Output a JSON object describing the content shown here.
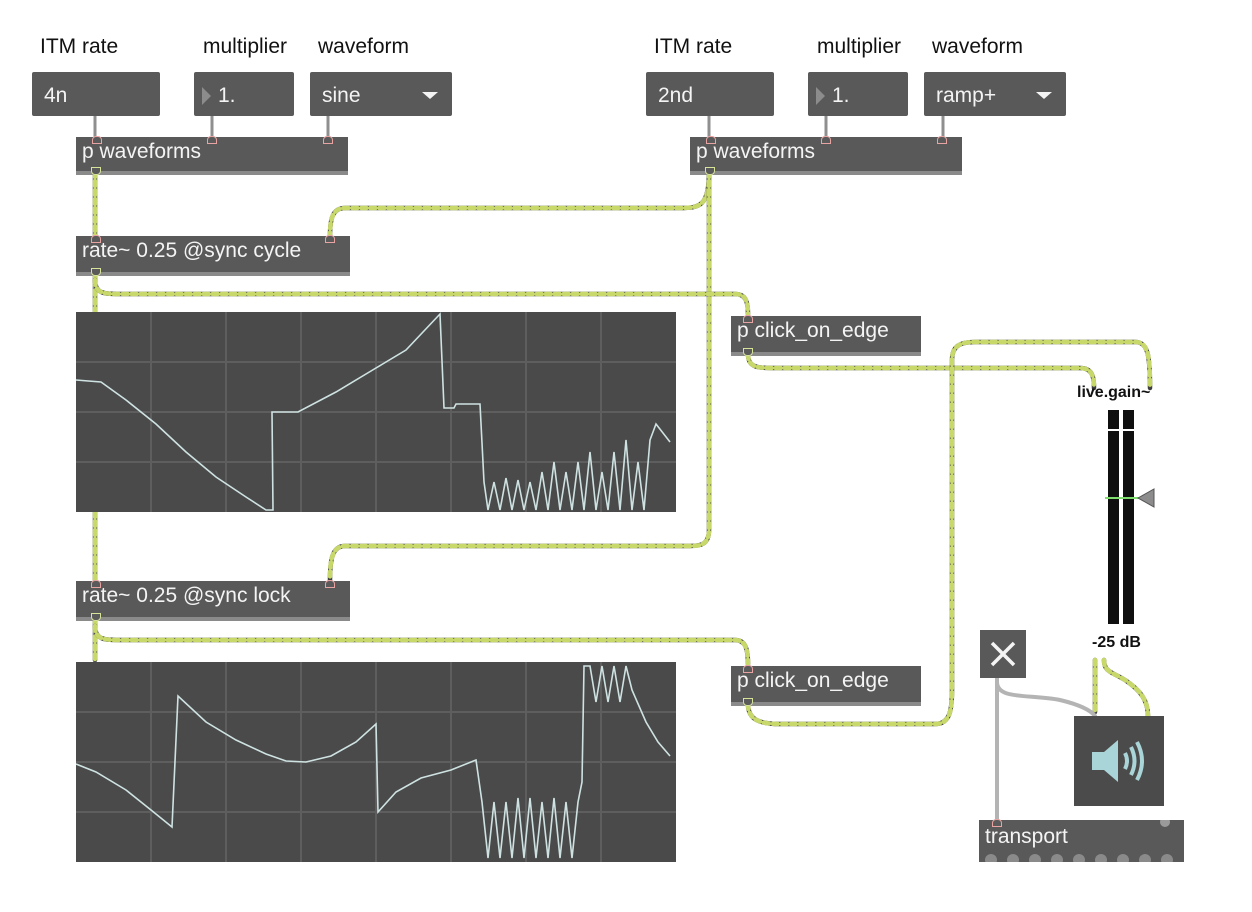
{
  "colors": {
    "object_bg": "#595959",
    "scope_bg": "#4a4a4a",
    "grid": "#5e5e5e",
    "trace": "#cfe2e2",
    "signal_patchcord": "#c8d86a",
    "gain_marker": "#7ddc6c",
    "speaker_icon": "#a9d4d8"
  },
  "left_controls": {
    "itm_rate_label": "ITM rate",
    "multiplier_label": "multiplier",
    "waveform_label": "waveform",
    "itm_rate_value": "4n",
    "multiplier_value": "1.",
    "waveform_value": "sine"
  },
  "right_controls": {
    "itm_rate_label": "ITM rate",
    "multiplier_label": "multiplier",
    "waveform_label": "waveform",
    "itm_rate_value": "2nd",
    "multiplier_value": "1.",
    "waveform_value": "ramp+"
  },
  "objects": {
    "waveforms_left": "p waveforms",
    "waveforms_right": "p waveforms",
    "rate_cycle": "rate~ 0.25 @sync cycle",
    "rate_lock": "rate~ 0.25 @sync lock",
    "click_top": "p click_on_edge",
    "click_bottom": "p click_on_edge",
    "transport": "transport"
  },
  "gain": {
    "label": "live.gain~",
    "value": "-25 dB"
  },
  "icons": {
    "toggle": "close-x-icon",
    "speaker": "speaker-icon",
    "dropdown": "chevron-down-icon",
    "number": "triangle-right-icon"
  }
}
